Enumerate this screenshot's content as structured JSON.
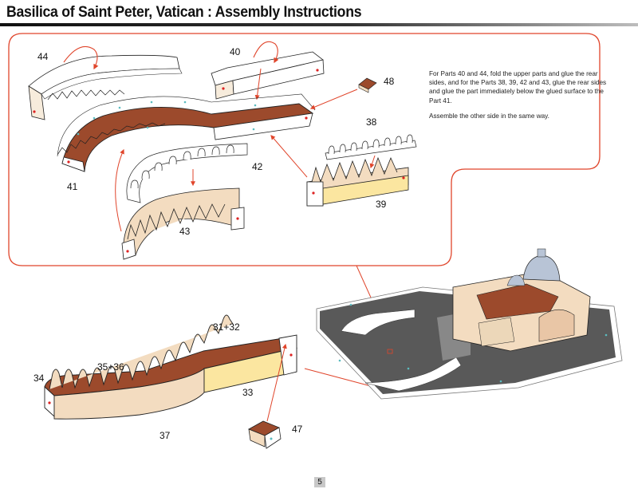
{
  "header": {
    "title": "Basilica of Saint Peter, Vatican : Assembly Instructions"
  },
  "instructions": {
    "step1": "For Parts 40 and 44, fold the upper parts and glue the rear sides, and for the Parts 38, 39, 42 and 43, glue the rear sides and glue the part immediately below the glued surface to the Part 41.",
    "step2": "Assemble the other side in the same way."
  },
  "part_labels": {
    "p44": "44",
    "p40": "40",
    "p48": "48",
    "p38": "38",
    "p42": "42",
    "p41": "41",
    "p39": "39",
    "p43": "43",
    "p31_32": "31+32",
    "p35_36": "35+36",
    "p34": "34",
    "p33": "33",
    "p37": "37",
    "p47": "47"
  },
  "colors": {
    "callout_red": "#e0452b",
    "colonnade_roof": "#9c4a2c",
    "stone": "#f3dcc0",
    "base_grey": "#585858"
  },
  "footer": {
    "page_number": "5"
  }
}
